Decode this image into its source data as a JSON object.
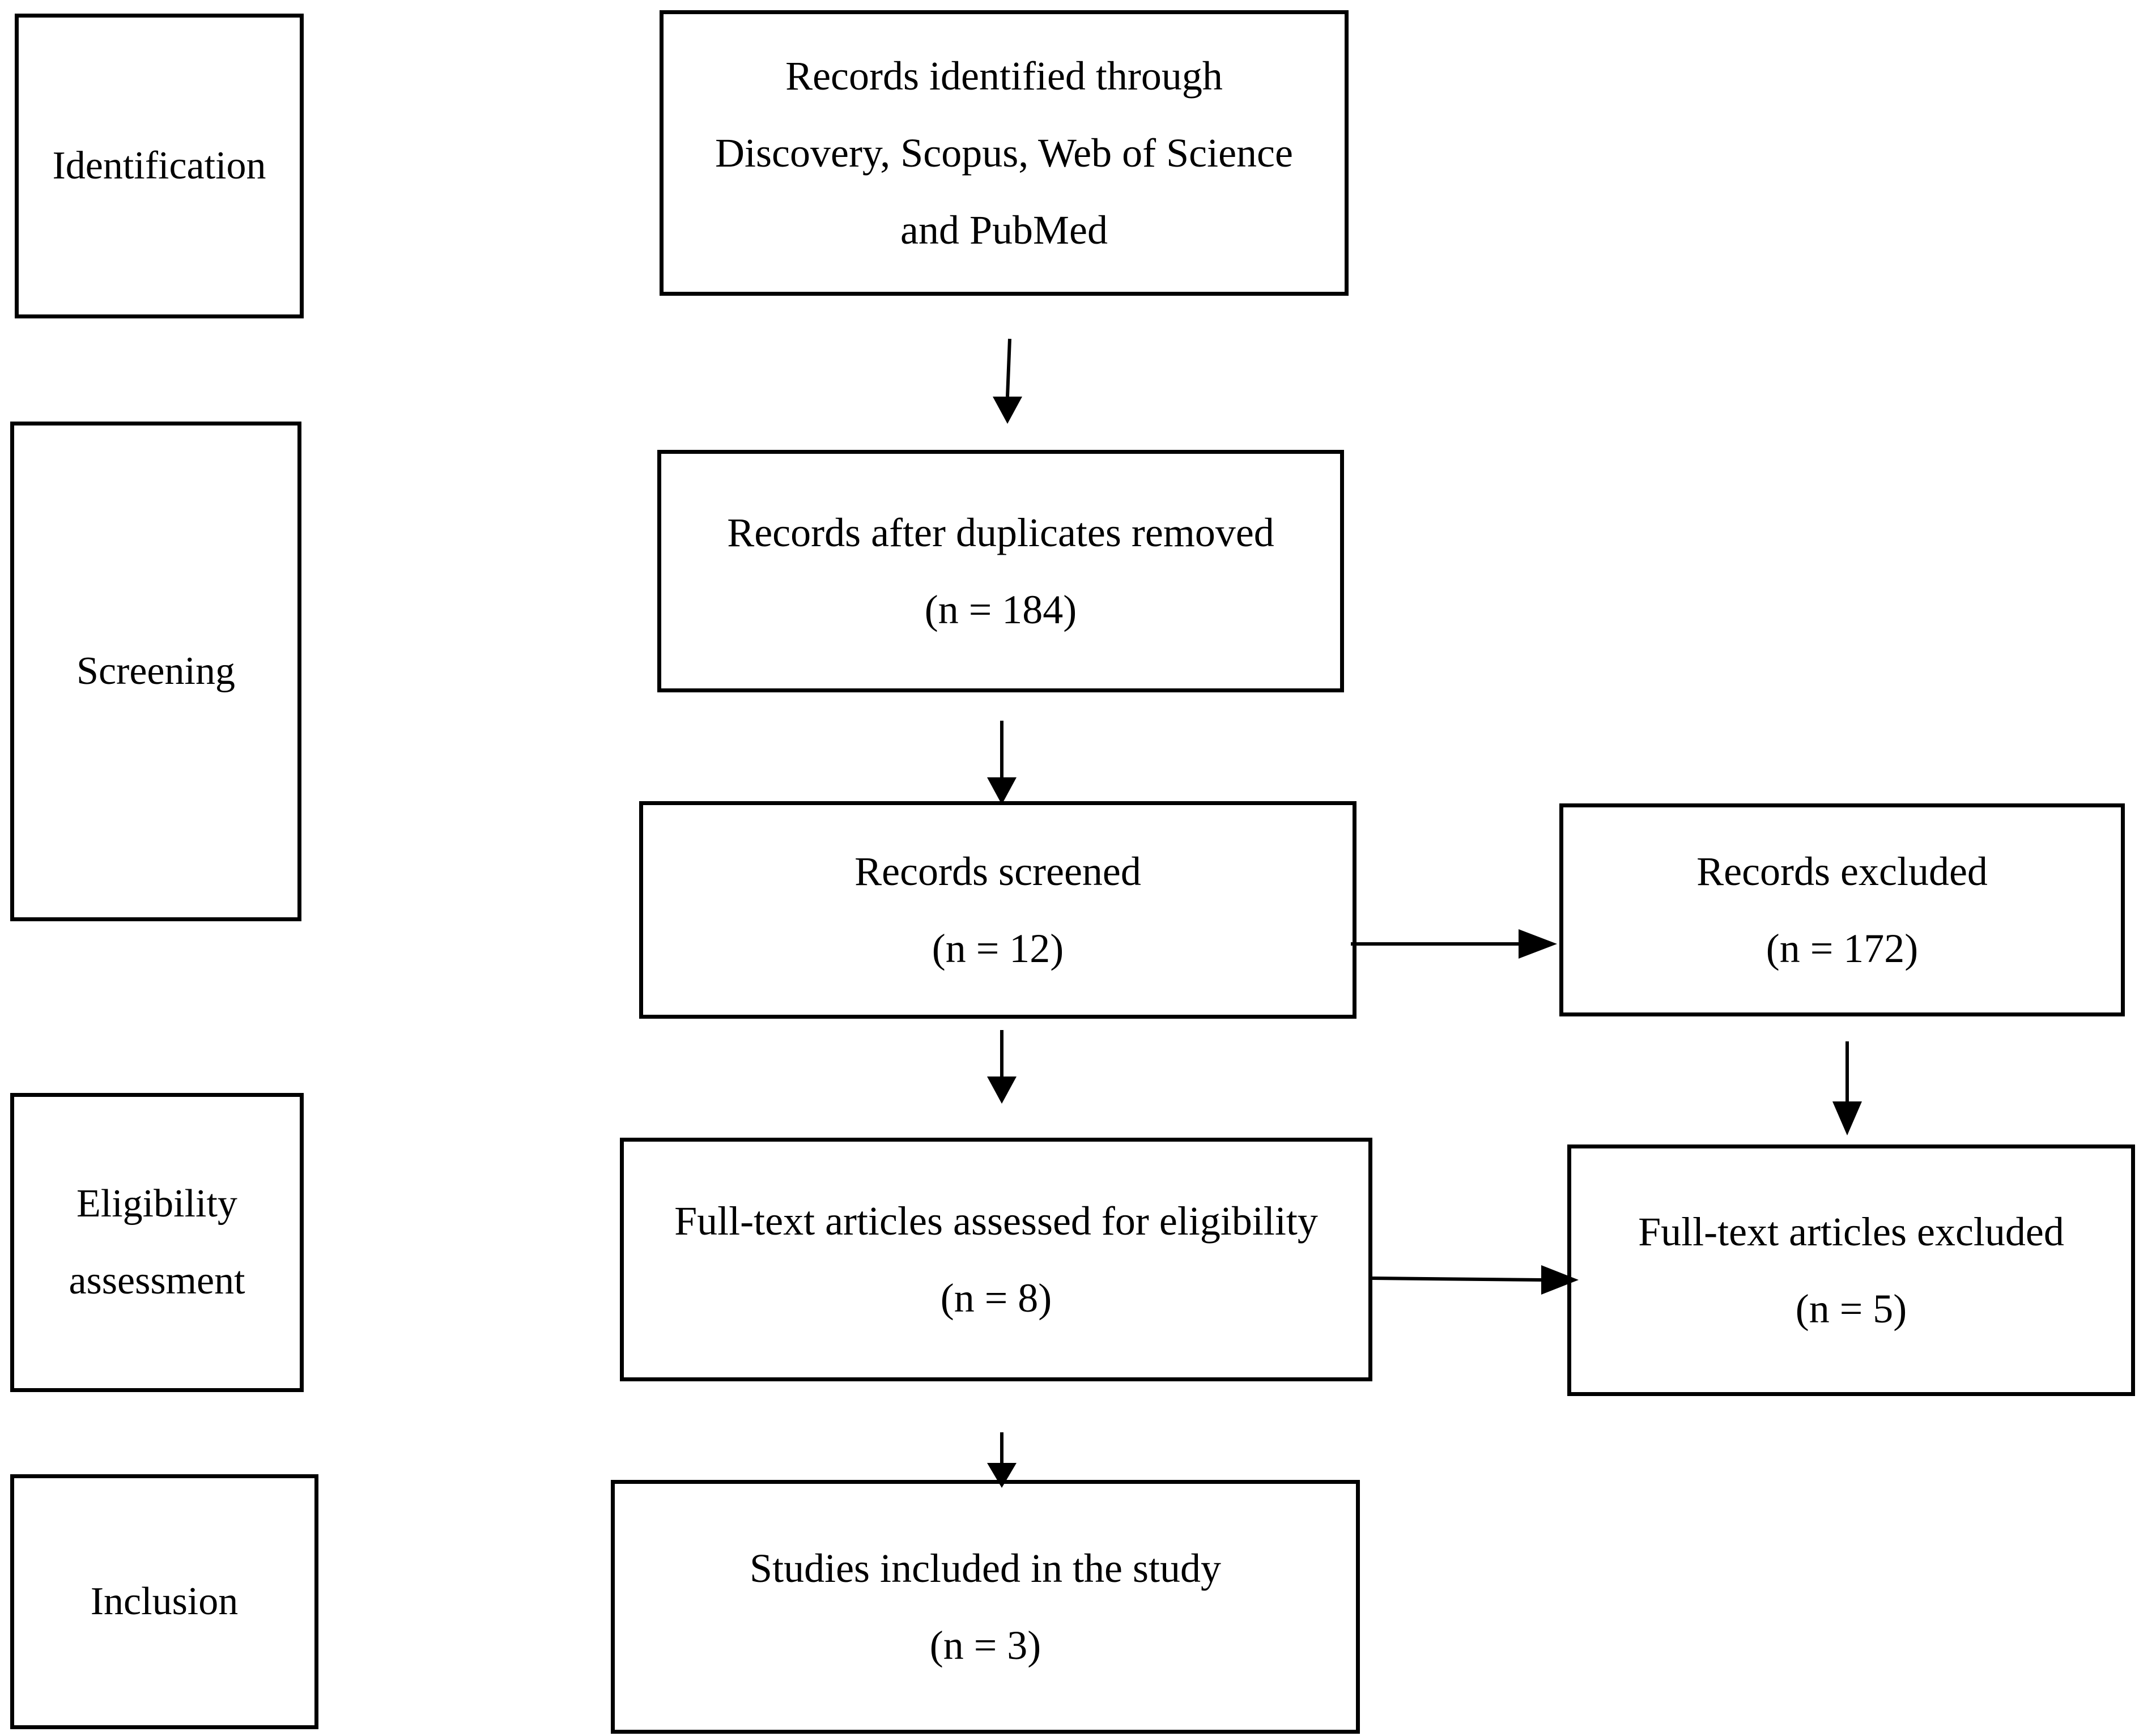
{
  "stages": {
    "identification": "Identification",
    "screening": "Screening",
    "eligibility_line1": "Eligibility",
    "eligibility_line2": "assessment",
    "inclusion": "Inclusion"
  },
  "boxes": {
    "identified": {
      "line1": "Records identified through",
      "line2": "Discovery, Scopus, Web of Science",
      "line3": "and PubMed"
    },
    "duplicates_removed": {
      "label": "Records after duplicates removed",
      "count": "(n = 184)"
    },
    "screened": {
      "label": "Records screened",
      "count": "(n = 12)"
    },
    "excluded": {
      "label": "Records excluded",
      "count": "(n = 172)"
    },
    "fulltext_assessed": {
      "label": "Full-text articles assessed for eligibility",
      "count": "(n = 8)"
    },
    "fulltext_excluded": {
      "label": "Full-text articles excluded",
      "count": "(n = 5)"
    },
    "included": {
      "label": "Studies included in the study",
      "count": "(n = 3)"
    }
  }
}
